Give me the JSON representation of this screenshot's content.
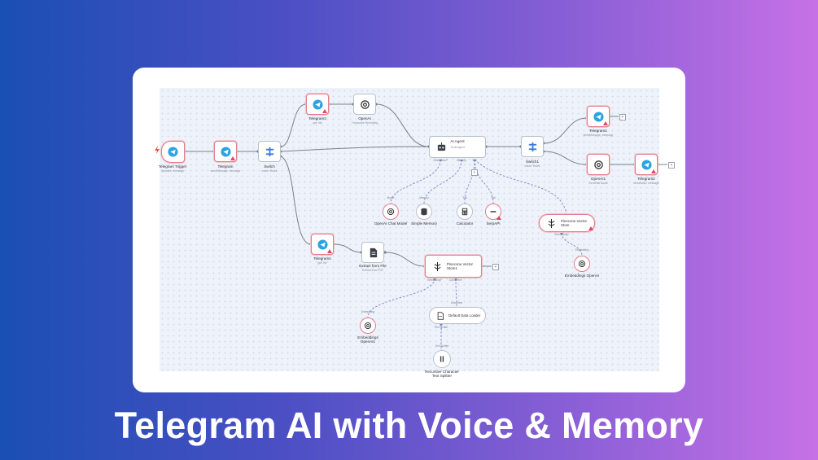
{
  "headline": "Telegram AI with Voice & Memory",
  "colors": {
    "error_border": "#e37c8c",
    "telegram_blue": "#2aa3e0",
    "wire": "#7a818c",
    "dashed_wire": "#7b83c9",
    "switch_blue": "#3d7be0"
  },
  "nodes": {
    "telegram_trigger": {
      "title": "Telegram Trigger",
      "subtitle": "Updates: message",
      "icon": "telegram-icon"
    },
    "telegram": {
      "title": "Telegram",
      "subtitle": "sendMessage: message",
      "icon": "telegram-icon"
    },
    "switch": {
      "title": "Switch",
      "subtitle": "mode: Rules",
      "icon": "switch-icon"
    },
    "telegram3": {
      "title": "Telegram3",
      "subtitle": "get: file",
      "icon": "telegram-icon"
    },
    "openai": {
      "title": "OpenAI",
      "subtitle": "Transcribe Recording",
      "icon": "openai-icon"
    },
    "ai_agent": {
      "title": "AI Agent",
      "subtitle": "Tools Agent",
      "icon": "robot-icon"
    },
    "switch1": {
      "title": "Switch1",
      "subtitle": "mode: Rules",
      "icon": "switch-icon"
    },
    "telegram1": {
      "title": "Telegram1",
      "subtitle": "sendMessage: message",
      "icon": "telegram-icon"
    },
    "openai1": {
      "title": "OpenAI1",
      "subtitle": "Generate audio",
      "icon": "openai-icon"
    },
    "telegram2": {
      "title": "Telegram2",
      "subtitle": "sendAudio: message",
      "icon": "telegram-icon"
    },
    "telegram4": {
      "title": "Telegram4",
      "subtitle": "get: file",
      "icon": "telegram-icon"
    },
    "extract": {
      "title": "Extract from File",
      "subtitle": "Extract from PDF",
      "icon": "file-icon"
    },
    "pinecone1": {
      "title": "Pinecone Vector Store1",
      "icon": "pinecone-icon"
    },
    "pinecone": {
      "title": "Pinecone Vector Store",
      "icon": "pinecone-icon"
    },
    "openai_chat": {
      "title": "OpenAI Chat Model",
      "port": "Model",
      "icon": "openai-icon"
    },
    "simple_memory": {
      "title": "Simple Memory",
      "port": "Memory",
      "icon": "database-icon"
    },
    "calculator": {
      "title": "Calculator",
      "port": "Tool",
      "icon": "calculator-icon"
    },
    "serpapi": {
      "title": "SerpAPI",
      "port": "Tool",
      "icon": "serp-icon"
    },
    "embeddings_openai": {
      "title": "Embeddings OpenAI",
      "port": "Embedding",
      "icon": "openai-icon"
    },
    "embeddings_openai1": {
      "title": "Embeddings OpenAI1",
      "port": "Embedding",
      "icon": "openai-icon"
    },
    "default_loader": {
      "title": "Default Data Loader",
      "port_top": "Document",
      "port_bottom": "Text Splitter",
      "icon": "document-icon"
    },
    "splitter": {
      "title": "Recursive Character Text Splitter",
      "port": "Text Splitter",
      "icon": "splitter-icon"
    }
  },
  "ports": {
    "agent_model": "Chat Model*",
    "agent_memory": "Memory",
    "agent_tool": "Tool",
    "pinecone1_embedding": "Embedding*",
    "pinecone1_document": "Document*",
    "pinecone_embedding": "Embedding*",
    "plus": "+"
  }
}
